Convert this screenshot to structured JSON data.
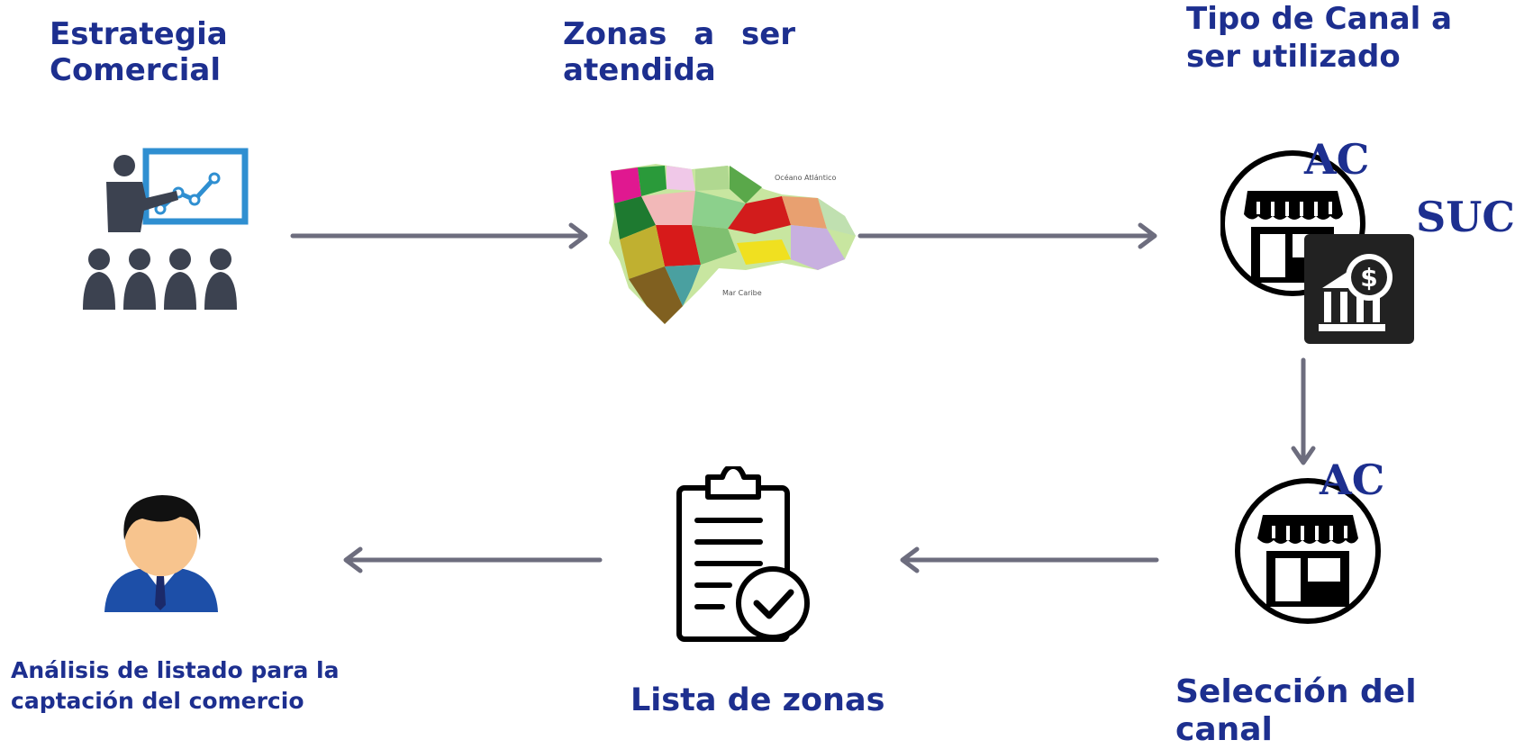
{
  "steps": [
    {
      "title_lines": [
        "Estrategia",
        "Comercial"
      ],
      "icon": "presentation-icon"
    },
    {
      "title_lines": [
        "Zonas a ser",
        "atendida"
      ],
      "icon": "dominican-republic-map"
    },
    {
      "title_lines": [
        "Tipo de Canal a",
        "ser utilizado"
      ],
      "icon": "store-and-bank-icons"
    },
    {
      "title_lines": [
        "Selección del",
        "canal"
      ],
      "icon": "store-icon"
    },
    {
      "title_lines": [
        "Lista de zonas"
      ],
      "icon": "clipboard-check-icon"
    },
    {
      "title_lines": [
        "Análisis de listado para la",
        "captación del comercio"
      ],
      "icon": "businessman-avatar-icon"
    }
  ],
  "channel_tags": {
    "ac_top": "AC",
    "suc": "SUC",
    "ac_bottom": "AC"
  },
  "map_labels": {
    "ocean_north": "Océano Atlántico",
    "sea_south": "Mar Caribe"
  },
  "colors": {
    "title": "#1d2f8f",
    "arrow": "#6d6d7e",
    "icon_dark": "#3c4250",
    "board_blue": "#2f8fd1"
  }
}
